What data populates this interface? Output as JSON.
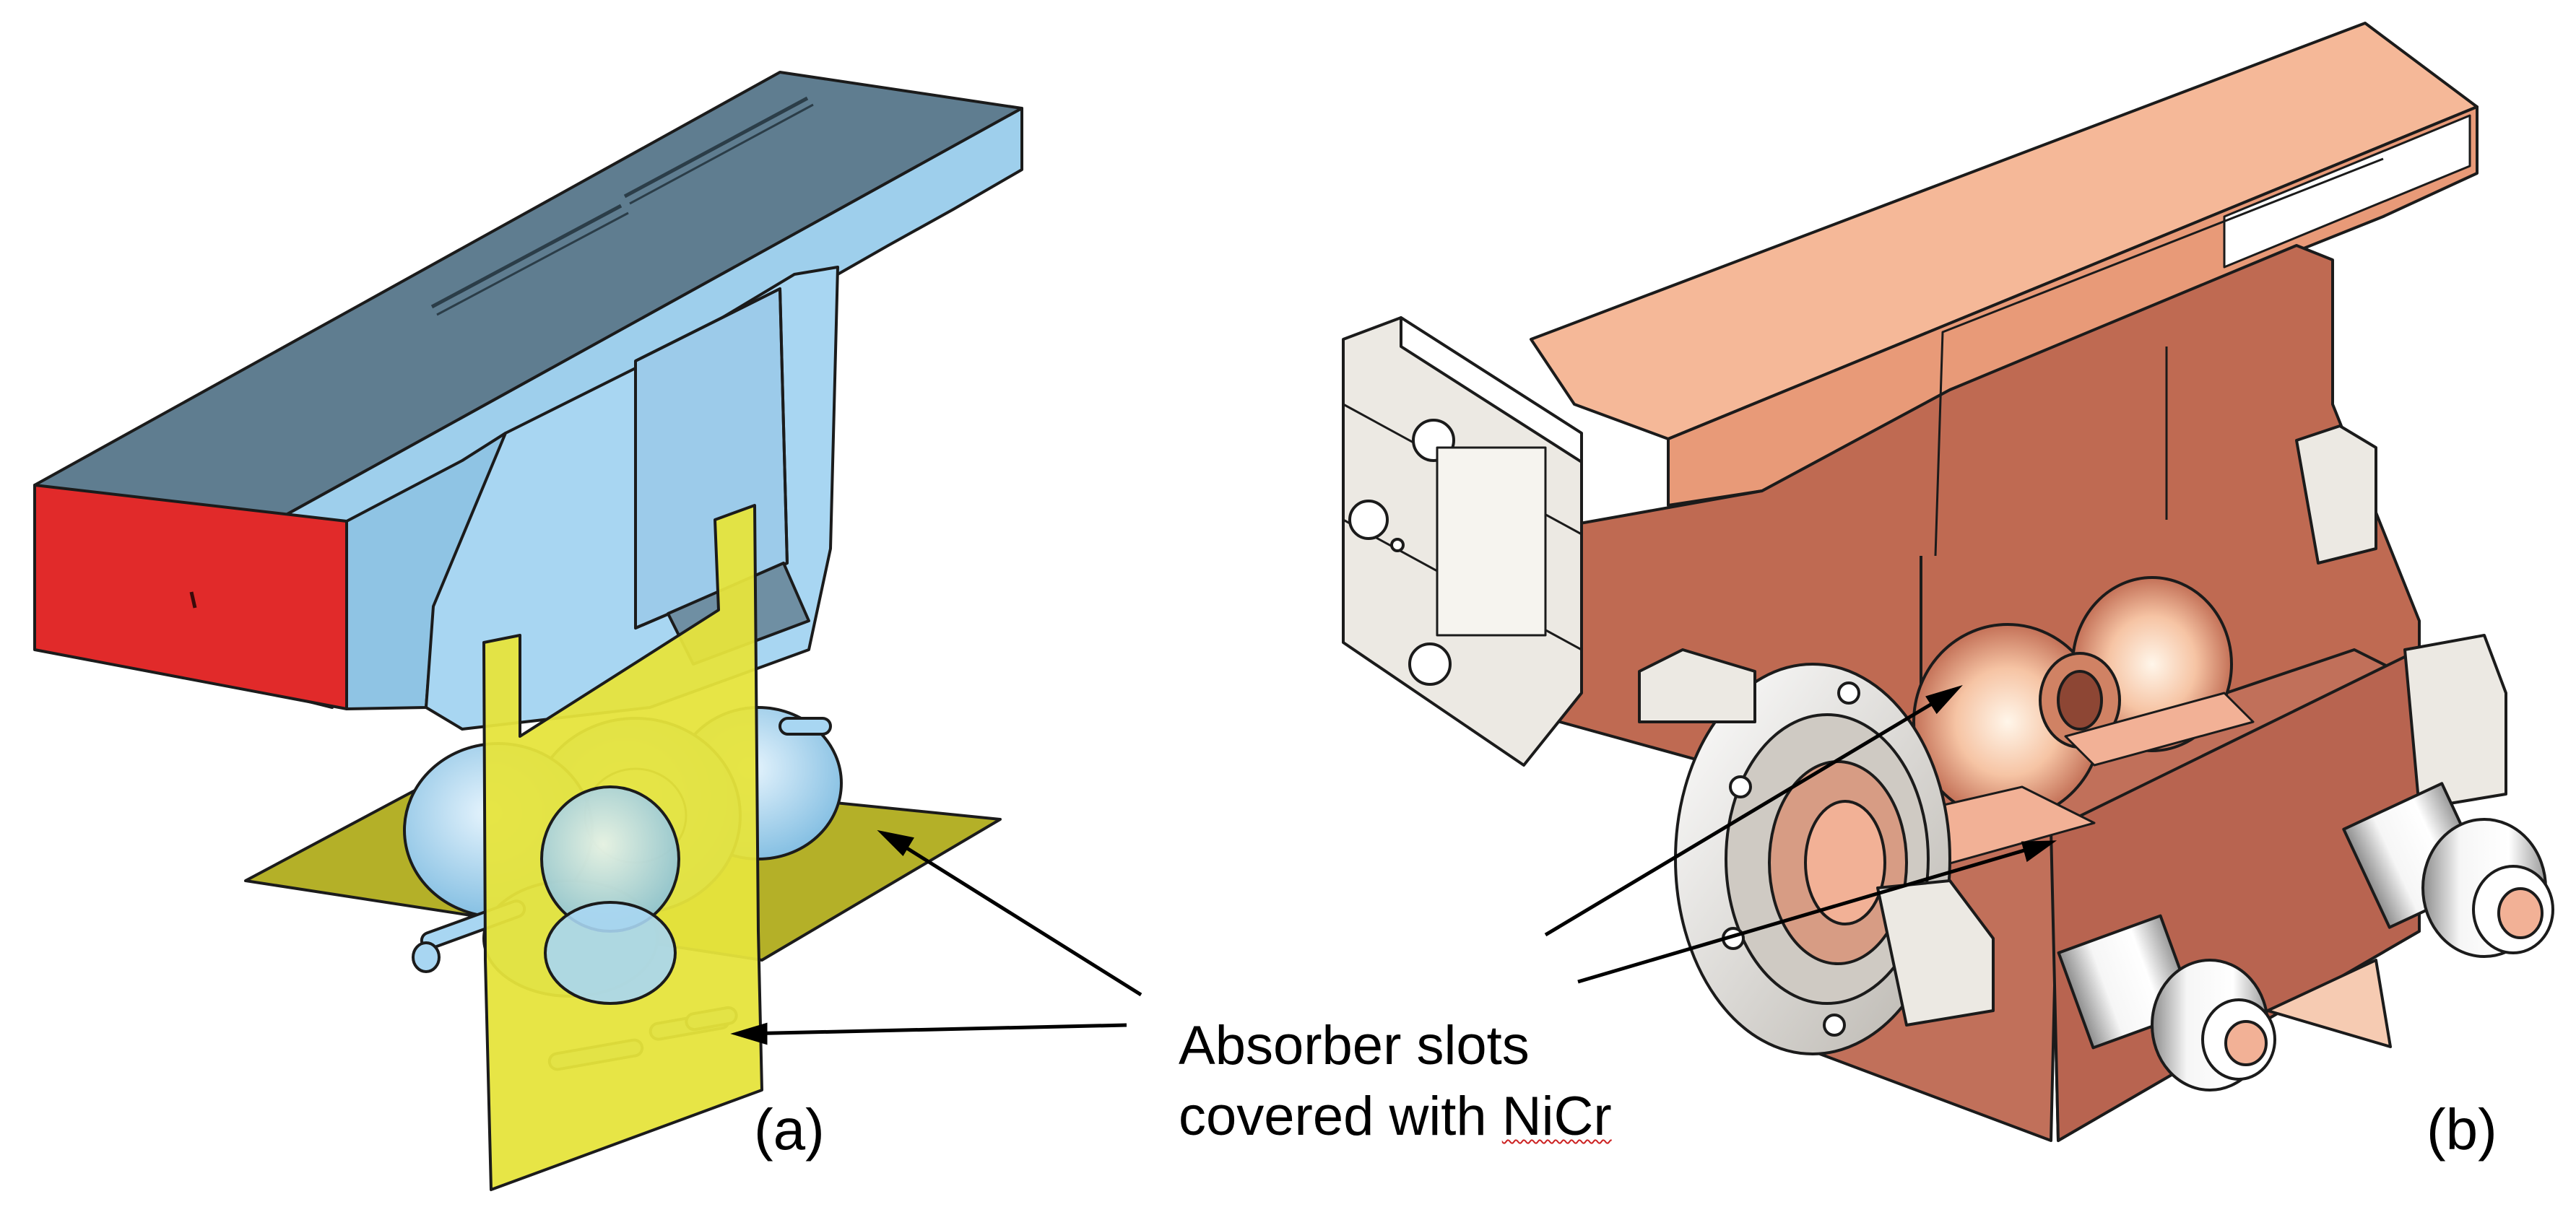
{
  "figure": {
    "panel_a_label": "(a)",
    "panel_b_label": "(b)",
    "annotation": {
      "line1": "Absorber slots",
      "line2_prefix": "covered with ",
      "line2_material": "NiCr"
    }
  },
  "colors": {
    "waveguide_top": "#5f7d90",
    "waveguide_body": "#9ecfec",
    "port_face": "#e12a2a",
    "absorber_sheet_olive": "#b4b028",
    "absorber_sheet_yellow": "#e6e43c",
    "copper_light": "#f5b898",
    "copper_dark": "#bf6a52",
    "flange_white": "#ece9e3"
  }
}
